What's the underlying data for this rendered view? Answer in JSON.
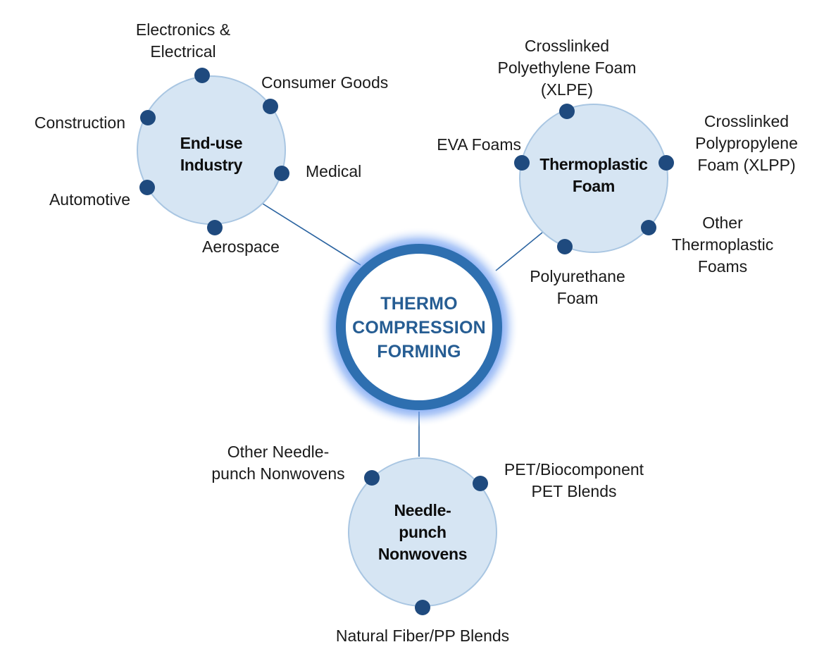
{
  "center": {
    "title": "THERMO\nCOMPRESSION\nFORMING",
    "ring_color": "#2e6fb0",
    "text_color": "#265d93",
    "glow_color": "#5b8ff0"
  },
  "colors": {
    "hub_fill": "#d6e5f3",
    "hub_stroke": "#a9c6e2",
    "dot": "#1f4a7e",
    "connector": "#2a63a0"
  },
  "hubs": [
    {
      "id": "end-use-industry",
      "title": "End-use\nIndustry",
      "items": [
        "Electronics &\nElectrical",
        "Consumer Goods",
        "Construction",
        "Medical",
        "Automotive",
        "Aerospace"
      ]
    },
    {
      "id": "thermoplastic-foam",
      "title": "Thermoplastic\nFoam",
      "items": [
        "Crosslinked\nPolyethylene Foam\n(XLPE)",
        "EVA Foams",
        "Crosslinked\nPolypropylene\nFoam (XLPP)",
        "Other\nThermoplastic\nFoams",
        "Polyurethane\nFoam"
      ]
    },
    {
      "id": "needle-punch-nonwovens",
      "title": "Needle-\npunch\nNonwovens",
      "items": [
        "Other Needle-\npunch Nonwovens",
        "PET/Biocomponent\nPET Blends",
        "Natural Fiber/PP Blends"
      ]
    }
  ]
}
